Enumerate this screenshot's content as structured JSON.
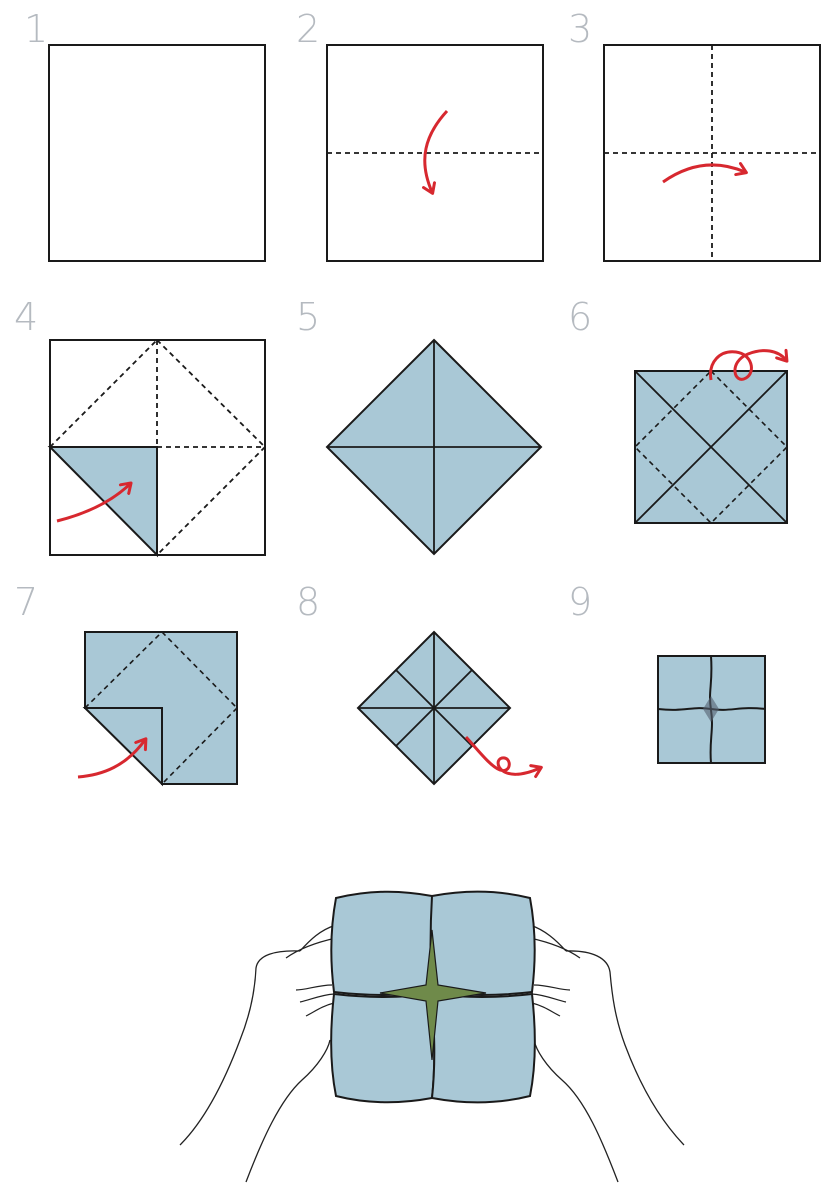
{
  "steps": [
    {
      "number": "1"
    },
    {
      "number": "2"
    },
    {
      "number": "3"
    },
    {
      "number": "4"
    },
    {
      "number": "5"
    },
    {
      "number": "6"
    },
    {
      "number": "7"
    },
    {
      "number": "8"
    },
    {
      "number": "9"
    }
  ],
  "colors": {
    "paper_front": "#ffffff",
    "paper_back": "#a9c8d6",
    "line": "#1a1a1a",
    "arrow": "#d7282f",
    "step_number": "#b5bac0",
    "inner_fold": "#6f8a4a"
  },
  "icons": [
    "fold-arrow",
    "flip-over-arrow",
    "hand-illustration"
  ]
}
